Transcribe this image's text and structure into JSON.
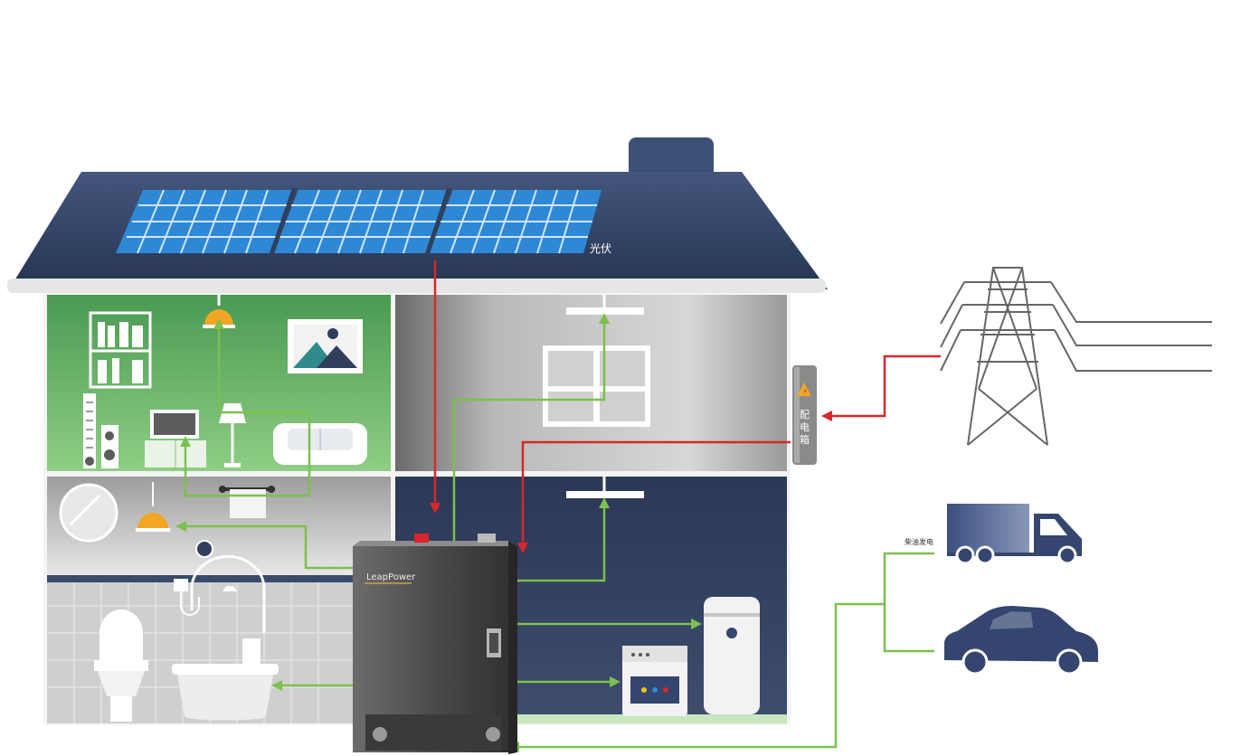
{
  "labels": {
    "solar": "光伏",
    "distribution_box": "配电箱",
    "diesel_generation": "柴油发电",
    "brand": "LeapPower"
  },
  "colors": {
    "roof": "#2f3f5c",
    "solar_panel": "#2f88d6",
    "living_room": "#5eaa5e",
    "grid_flow": "#d8262a",
    "home_flow": "#7cc04f",
    "dark_room": "#2e3b58",
    "vehicle": "#34466f"
  },
  "icons": [
    "solar-panel-icon",
    "power-tower-icon",
    "truck-icon",
    "car-icon",
    "battery-cabinet-icon",
    "warning-icon"
  ]
}
